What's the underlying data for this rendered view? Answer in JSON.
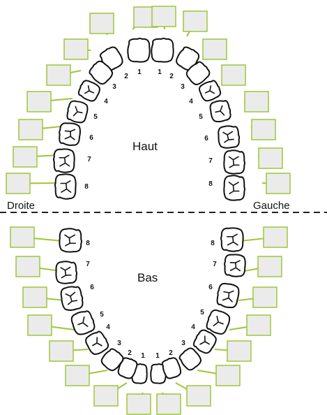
{
  "labels": {
    "upper": "Haut",
    "lower": "Bas",
    "right": "Droite",
    "left": "Gauche"
  },
  "colors": {
    "box_fill": "#ebebeb",
    "box_border": "#9dc63a",
    "leader": "#9dc63a",
    "tooth_stroke": "#111111",
    "tooth_fill": "#ffffff",
    "divider": "#222222"
  },
  "upper_teeth": [
    {
      "num": "1",
      "side": "right"
    },
    {
      "num": "2",
      "side": "right"
    },
    {
      "num": "3",
      "side": "right"
    },
    {
      "num": "4",
      "side": "right"
    },
    {
      "num": "5",
      "side": "right"
    },
    {
      "num": "6",
      "side": "right"
    },
    {
      "num": "7",
      "side": "right"
    },
    {
      "num": "8",
      "side": "right"
    },
    {
      "num": "1",
      "side": "left"
    },
    {
      "num": "2",
      "side": "left"
    },
    {
      "num": "3",
      "side": "left"
    },
    {
      "num": "4",
      "side": "left"
    },
    {
      "num": "5",
      "side": "left"
    },
    {
      "num": "6",
      "side": "left"
    },
    {
      "num": "7",
      "side": "left"
    },
    {
      "num": "8",
      "side": "left"
    }
  ],
  "lower_teeth": [
    {
      "num": "1",
      "side": "right"
    },
    {
      "num": "2",
      "side": "right"
    },
    {
      "num": "3",
      "side": "right"
    },
    {
      "num": "4",
      "side": "right"
    },
    {
      "num": "5",
      "side": "right"
    },
    {
      "num": "6",
      "side": "right"
    },
    {
      "num": "7",
      "side": "right"
    },
    {
      "num": "8",
      "side": "right"
    },
    {
      "num": "1",
      "side": "left"
    },
    {
      "num": "2",
      "side": "left"
    },
    {
      "num": "3",
      "side": "left"
    },
    {
      "num": "4",
      "side": "left"
    },
    {
      "num": "5",
      "side": "left"
    },
    {
      "num": "6",
      "side": "left"
    },
    {
      "num": "7",
      "side": "left"
    },
    {
      "num": "8",
      "side": "left"
    }
  ]
}
